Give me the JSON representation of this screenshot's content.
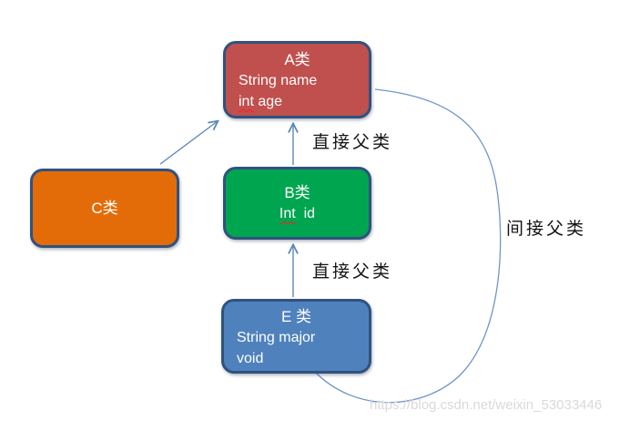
{
  "diagram": {
    "boxes": {
      "a": {
        "title": "A类",
        "field_name": "String name",
        "field_age_misspelled": "int",
        "field_age_rest": " age",
        "fill": "#c0504d"
      },
      "c": {
        "title": "C类",
        "fill": "#e36c09"
      },
      "b": {
        "title": "B类",
        "field_id_misspelled": "Int",
        "field_id_rest": "  id",
        "fill": "#00a550"
      },
      "e": {
        "title": "E 类",
        "field_major": "String major",
        "field_void": "void",
        "fill": "#4f81bd"
      }
    },
    "labels": {
      "direct_parent_upper": "直接父类",
      "direct_parent_lower": "直接父类",
      "indirect_parent": "间接父类"
    },
    "watermark": "https://blog.csdn.net/weixin_53033446",
    "colors": {
      "box_border": "#30527e",
      "box_text": "#ffffff",
      "arrow": "#5b87b8",
      "arc": "#6e96c8",
      "label_text": "#141414",
      "misspell_underline": "#ff1a1a",
      "watermark_text": "#d9d9d9"
    }
  }
}
